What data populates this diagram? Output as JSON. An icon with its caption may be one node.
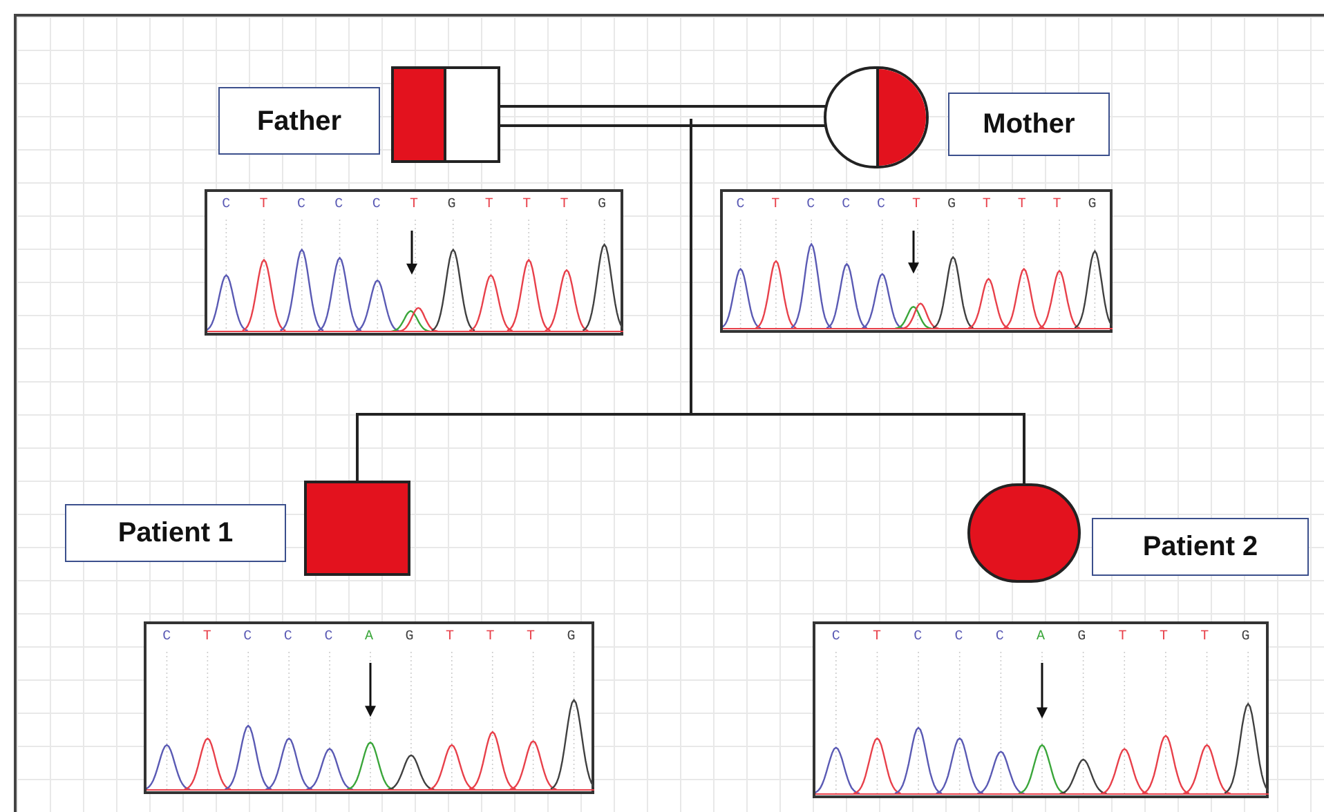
{
  "diagram": {
    "nodes": [
      {
        "text": [
          "Father"
        ]
      },
      {
        "text": [],
        "shape": "box"
      },
      {
        "text": [],
        "shape": "circle"
      },
      {
        "text": [
          "Mother"
        ]
      },
      {
        "text": [
          "C",
          "T",
          "C",
          "C",
          "C",
          "T",
          "G",
          "T",
          "T",
          "T",
          "G"
        ]
      },
      {
        "text": [
          "C",
          "T",
          "C",
          "C",
          "C",
          "T",
          "G",
          "T",
          "T",
          "T",
          "G"
        ]
      },
      {
        "text": [
          "Patient 1"
        ]
      },
      {
        "text": [],
        "shape": "box"
      },
      {
        "text": [],
        "shape": "circle"
      },
      {
        "text": [
          "Patient 2"
        ]
      },
      {
        "text": [
          "C",
          "T",
          "C",
          "C",
          "C",
          "A",
          "G",
          "T",
          "T",
          "T",
          "G"
        ]
      },
      {
        "text": [
          "C",
          "T",
          "C",
          "C",
          "C",
          "A",
          "G",
          "T",
          "T",
          "T",
          "G"
        ]
      }
    ],
    "edges": [
      {
        "from": 1,
        "to": 2,
        "arrow": "none"
      },
      {
        "from": null,
        "to": 7,
        "arrow": "none"
      },
      {
        "from": null,
        "to": 8,
        "arrow": "none"
      }
    ]
  }
}
